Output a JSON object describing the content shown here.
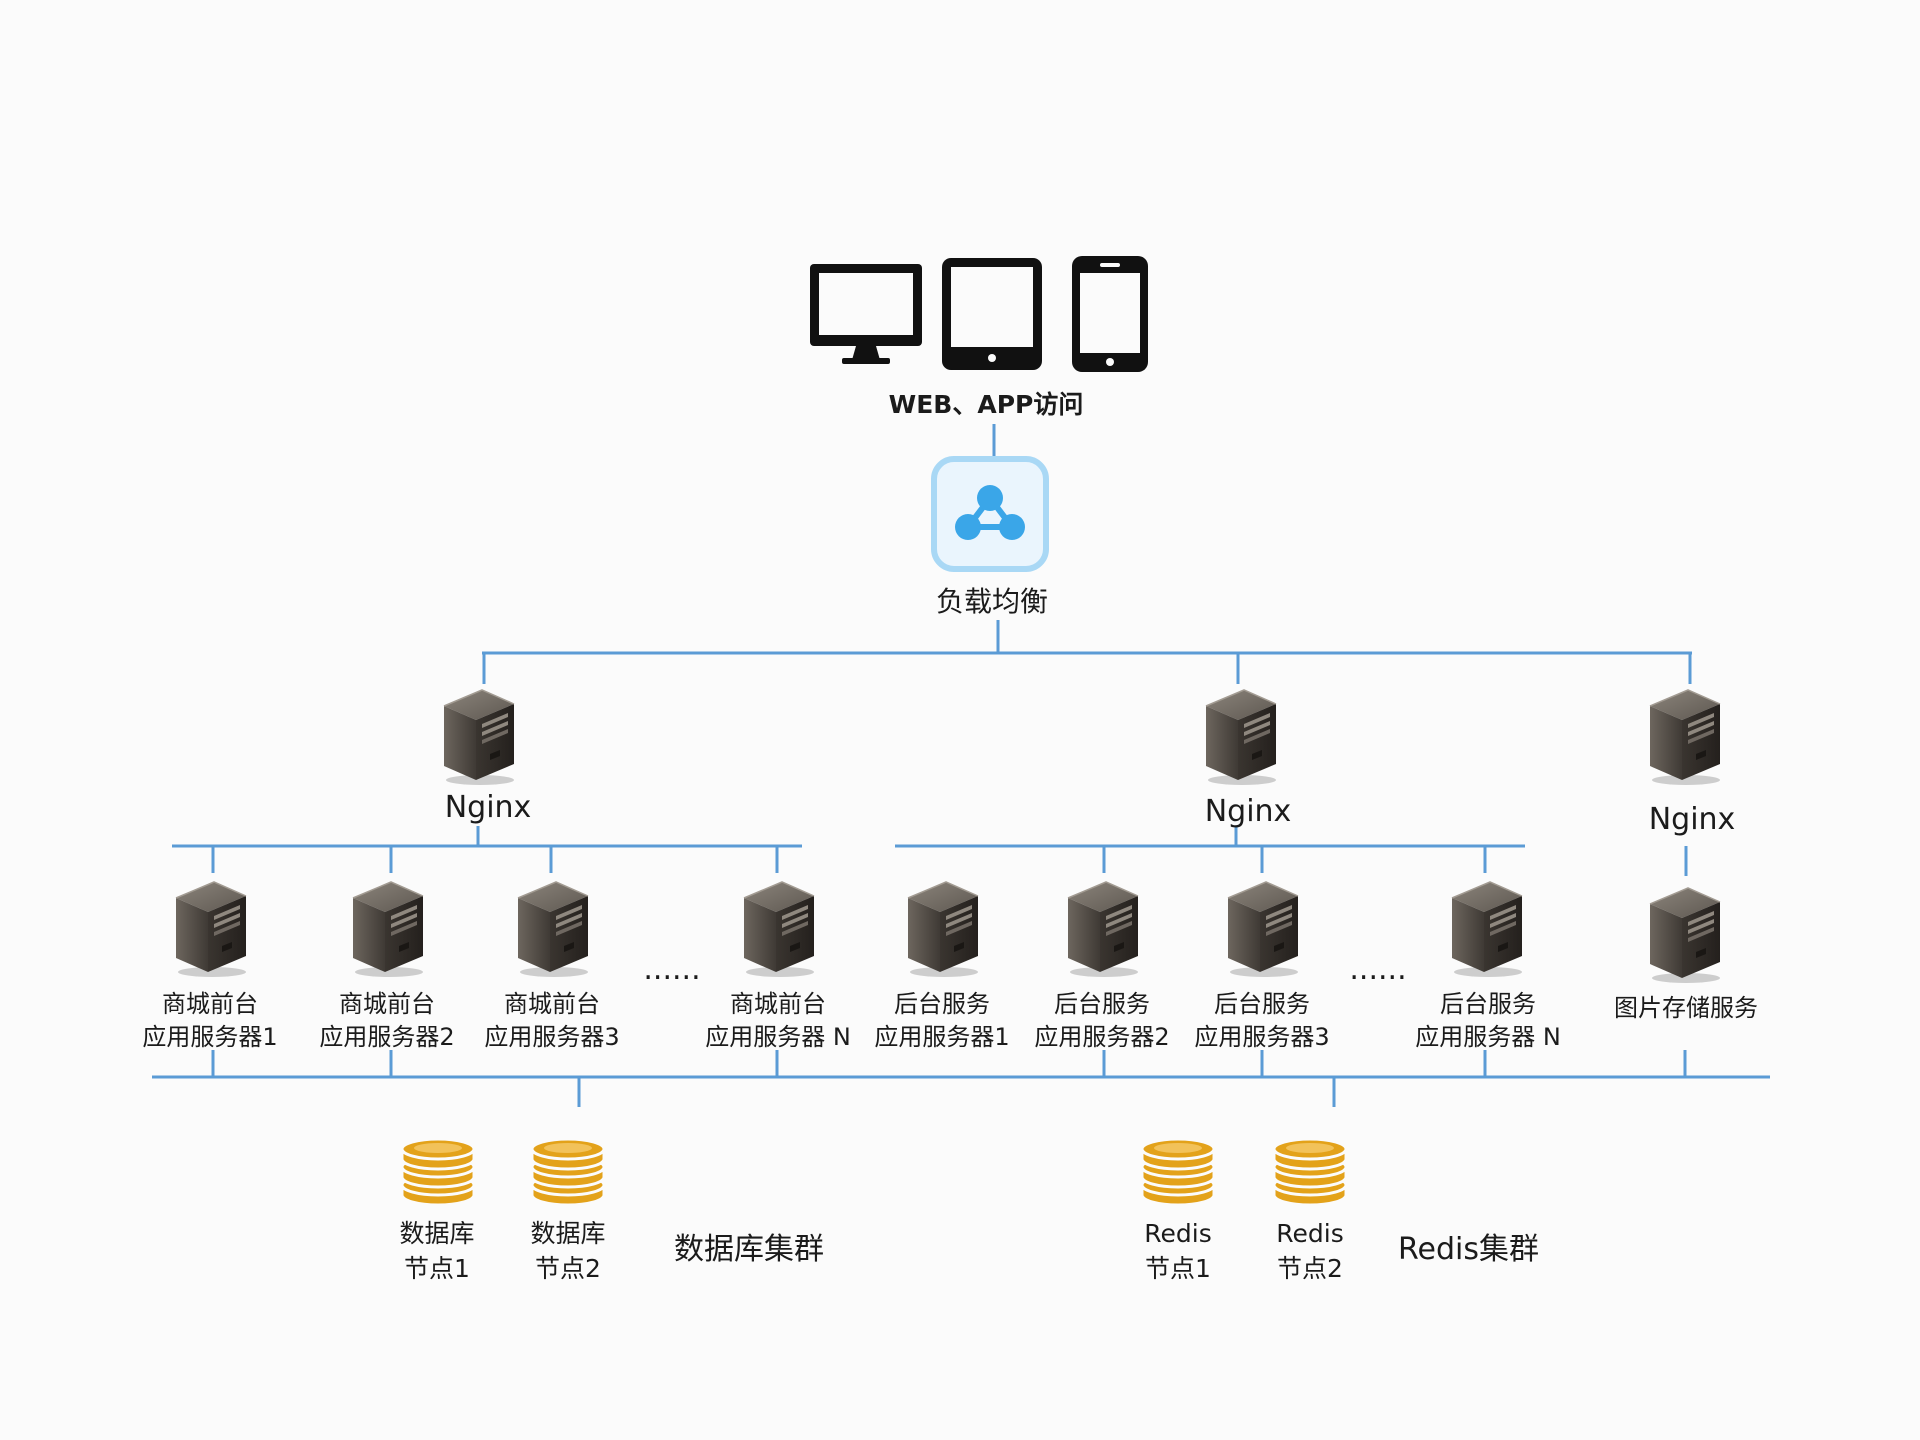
{
  "access": {
    "label": "WEB、APP访问",
    "icons": [
      "desktop-monitor-icon",
      "tablet-icon",
      "smartphone-icon"
    ]
  },
  "load_balancer": {
    "label": "负载均衡",
    "icon": "load-balancer-icon"
  },
  "nginx": [
    {
      "label": "Nginx"
    },
    {
      "label": "Nginx"
    },
    {
      "label": "Nginx"
    }
  ],
  "frontend_servers": [
    {
      "line1": "商城前台",
      "line2": "应用服务器1"
    },
    {
      "line1": "商城前台",
      "line2": "应用服务器2"
    },
    {
      "line1": "商城前台",
      "line2": "应用服务器3"
    },
    {
      "line1": "商城前台",
      "line2": "应用服务器 N"
    }
  ],
  "backend_servers": [
    {
      "line1": "后台服务",
      "line2": "应用服务器1"
    },
    {
      "line1": "后台服务",
      "line2": "应用服务器2"
    },
    {
      "line1": "后台服务",
      "line2": "应用服务器3"
    },
    {
      "line1": "后台服务",
      "line2": "应用服务器 N"
    }
  ],
  "image_server": {
    "label": "图片存储服务"
  },
  "ellipsis": "......",
  "database": {
    "cluster_label": "数据库集群",
    "nodes": [
      {
        "line1": "数据库",
        "line2": "节点1"
      },
      {
        "line1": "数据库",
        "line2": "节点2"
      }
    ]
  },
  "redis": {
    "cluster_label": "Redis集群",
    "nodes": [
      {
        "line1": "Redis",
        "line2": "节点1"
      },
      {
        "line1": "Redis",
        "line2": "节点2"
      }
    ]
  },
  "colors": {
    "connector": "#5b9bd5",
    "server_body": "#4a4540",
    "storage": "#e3a21a",
    "lb_icon": "#3aa6e8",
    "device": "#111111"
  }
}
